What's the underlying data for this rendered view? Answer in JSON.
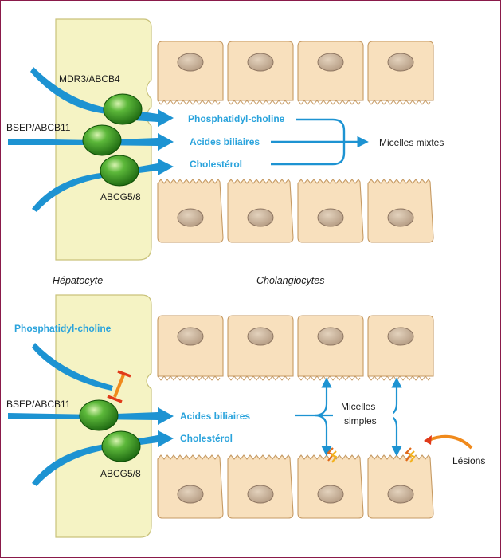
{
  "colors": {
    "frame": "#8a1a4a",
    "hepatocyte_fill": "#f5f3c4",
    "hepatocyte_stroke": "#c9c27a",
    "cell_fill": "#f8e0bd",
    "cell_stroke": "#c69a63",
    "nucleus_fill": "#c9b39a",
    "nucleus_stroke": "#8e7662",
    "arrow": "#1d93d2",
    "transporter": "#2f8f1f",
    "inhibitor": "#f08a1c",
    "lesion": "#e06a1a"
  },
  "top": {
    "transporter_mdr3": "MDR3/ABCB4",
    "transporter_bsep": "BSEP/ABCB11",
    "transporter_abcg": "ABCG5/8",
    "flow_phosphatidyl": "Phosphatidyl-choline",
    "flow_bile_acids": "Acides biliaires",
    "flow_cholesterol": "Cholestérol",
    "result": "Micelles mixtes"
  },
  "labels": {
    "hepatocyte": "Hépatocyte",
    "cholangiocytes": "Cholangiocytes"
  },
  "bottom": {
    "phosphatidyl_label": "Phosphatidyl-choline",
    "transporter_bsep": "BSEP/ABCB11",
    "transporter_abcg": "ABCG5/8",
    "flow_bile_acids": "Acides biliaires",
    "flow_cholesterol": "Cholestérol",
    "result_line1": "Micelles",
    "result_line2": "simples",
    "lesions": "Lésions"
  }
}
